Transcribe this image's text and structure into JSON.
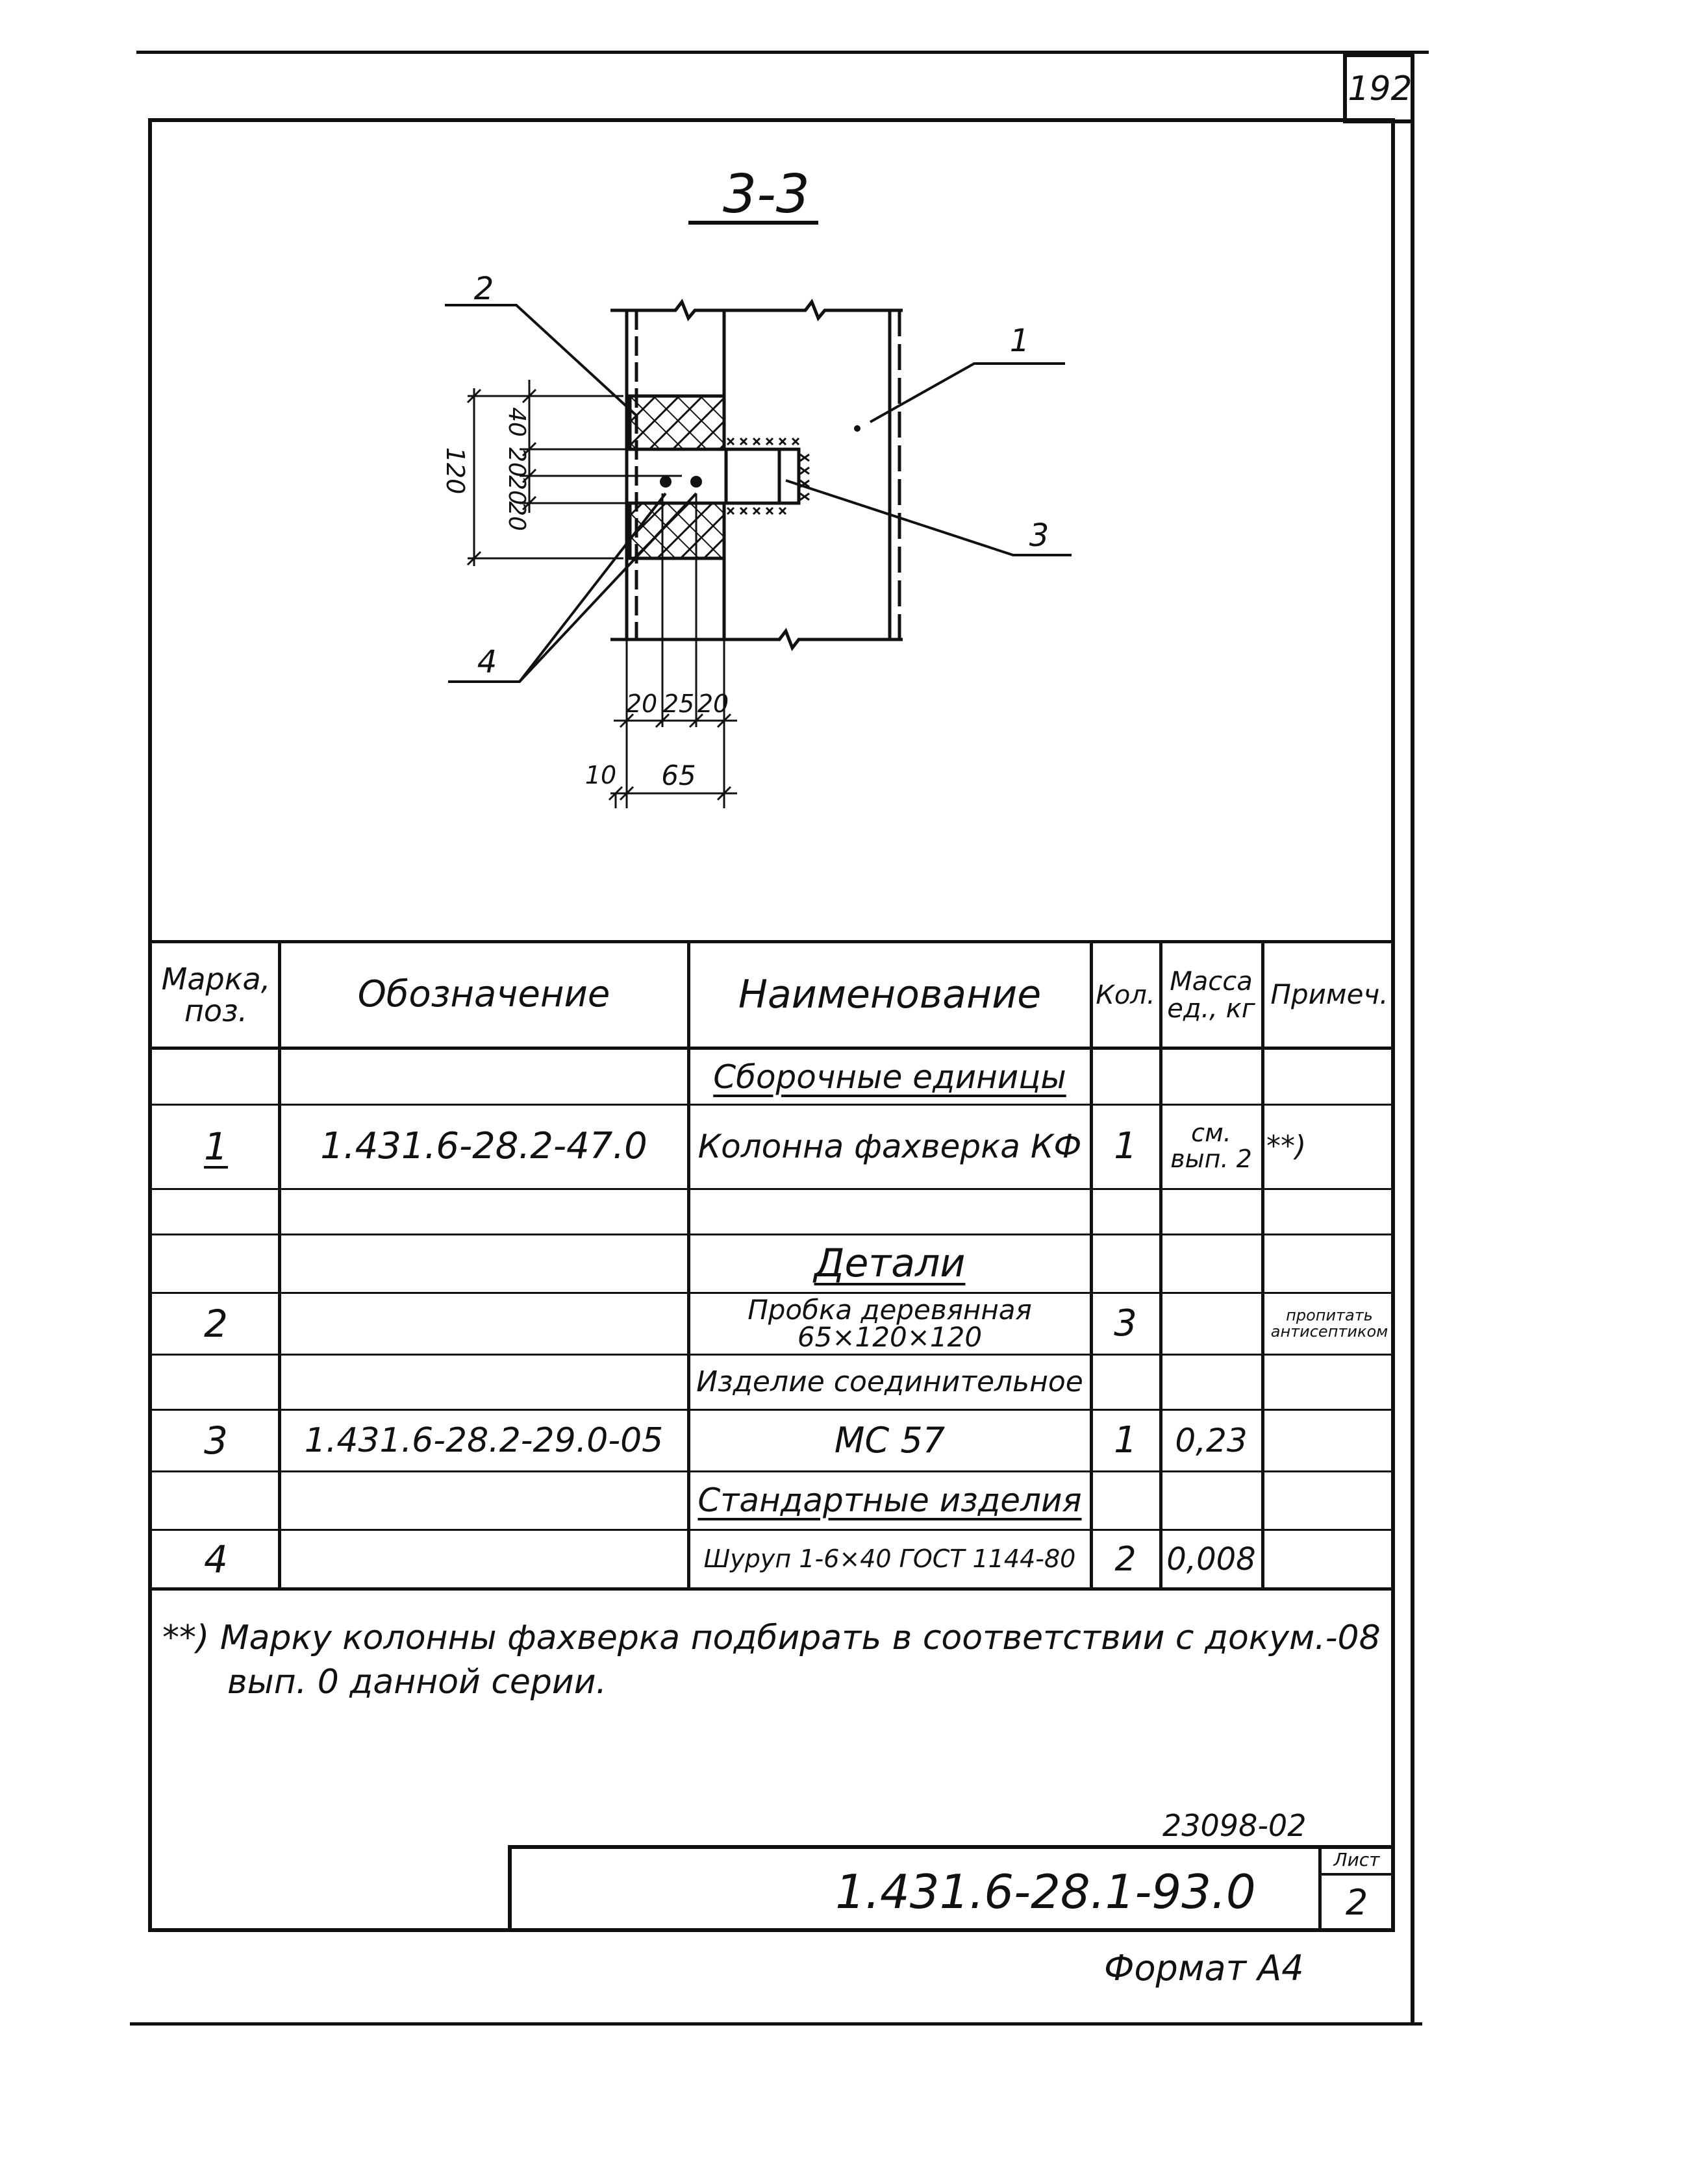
{
  "sheet_number_top": "192",
  "section_title": "3-3",
  "drawing": {
    "callouts": [
      "1",
      "2",
      "3",
      "4"
    ],
    "dim_vertical": [
      "120",
      "40",
      "20",
      "20",
      "20"
    ],
    "dim_horizontal_top": [
      "20",
      "25",
      "20"
    ],
    "dim_horizontal_bottom": [
      "10",
      "65"
    ]
  },
  "table": {
    "headers": {
      "mark": "Марка, поз.",
      "designation": "Обозначение",
      "name": "Наименование",
      "qty": "Кол.",
      "mass": "Масса ед., кг",
      "note": "Примеч."
    },
    "sections": {
      "assembly": "Сборочные единицы",
      "details": "Детали",
      "standard": "Стандартные изделия"
    },
    "rows": [
      {
        "mark": "1",
        "designation": "1.431.6-28.2-47.0",
        "name": "Колонна фахверка КФ",
        "qty": "1",
        "mass": "см. вып. 2",
        "note": "**)"
      },
      {
        "mark": "2",
        "designation": "",
        "name_line1": "Пробка деревянная",
        "name_line2": "65×120×120",
        "qty": "3",
        "mass": "",
        "note": "пропитать антисептиком"
      },
      {
        "mark": "3",
        "designation": "1.431.6-28.2-29.0-05",
        "name_group": "Изделие соединительное",
        "name": "МС 57",
        "qty": "1",
        "mass": "0,23",
        "note": ""
      },
      {
        "mark": "4",
        "designation": "",
        "name": "Шуруп 1-6×40 ГОСТ 1144-80",
        "qty": "2",
        "mass": "0,008",
        "note": ""
      }
    ]
  },
  "footnote_line1": "**) Марку колонны фахверка подбирать в соответствии с докум.-08",
  "footnote_line2": "вып. 0 данной серии.",
  "inventory_number": "23098-02",
  "title_block": {
    "designation": "1.431.6-28.1-93.0",
    "sheet_label": "Лист",
    "sheet_value": "2"
  },
  "format_label": "Формат А4"
}
